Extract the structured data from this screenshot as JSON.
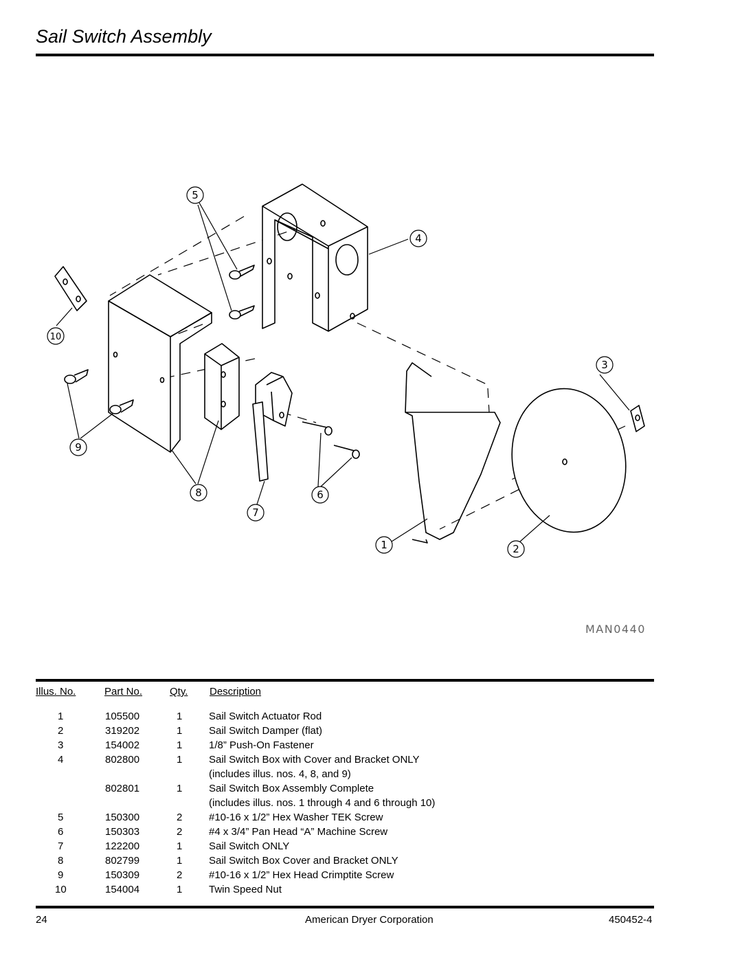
{
  "page": {
    "title": "Sail Switch Assembly",
    "figure_code": "MAN0440"
  },
  "callouts": [
    "1",
    "2",
    "3",
    "4",
    "5",
    "6",
    "7",
    "8",
    "9",
    "10"
  ],
  "table": {
    "headers": {
      "illus": "Illus. No.",
      "part": "Part No.",
      "qty": "Qty.",
      "desc": "Description"
    },
    "rows": [
      {
        "illus": "1",
        "part": "105500",
        "qty": "1",
        "desc": "Sail Switch Actuator Rod"
      },
      {
        "illus": "2",
        "part": "319202",
        "qty": "1",
        "desc": "Sail Switch Damper (flat)"
      },
      {
        "illus": "3",
        "part": "154002",
        "qty": "1",
        "desc": "1/8” Push-On Fastener"
      },
      {
        "illus": "4",
        "part": "802800",
        "qty": "1",
        "desc": "Sail Switch Box with Cover and Bracket ONLY"
      },
      {
        "illus": "",
        "part": "",
        "qty": "",
        "desc": "(includes illus. nos. 4, 8, and 9)"
      },
      {
        "illus": "",
        "part": "802801",
        "qty": "1",
        "desc": "Sail Switch Box Assembly Complete"
      },
      {
        "illus": "",
        "part": "",
        "qty": "",
        "desc": "(includes illus. nos. 1 through 4 and 6 through 10)"
      },
      {
        "illus": "5",
        "part": "150300",
        "qty": "2",
        "desc": "#10-16 x 1/2” Hex Washer TEK Screw"
      },
      {
        "illus": "6",
        "part": "150303",
        "qty": "2",
        "desc": "#4 x 3/4” Pan Head “A” Machine Screw"
      },
      {
        "illus": "7",
        "part": "122200",
        "qty": "1",
        "desc": "Sail Switch ONLY"
      },
      {
        "illus": "8",
        "part": "802799",
        "qty": "1",
        "desc": "Sail Switch Box Cover and Bracket ONLY"
      },
      {
        "illus": "9",
        "part": "150309",
        "qty": "2",
        "desc": "#10-16 x 1/2” Hex Head Crimptite Screw"
      },
      {
        "illus": "10",
        "part": "154004",
        "qty": "1",
        "desc": "Twin Speed Nut"
      }
    ]
  },
  "footer": {
    "page_number": "24",
    "company": "American Dryer Corporation",
    "doc_number": "450452-4"
  }
}
